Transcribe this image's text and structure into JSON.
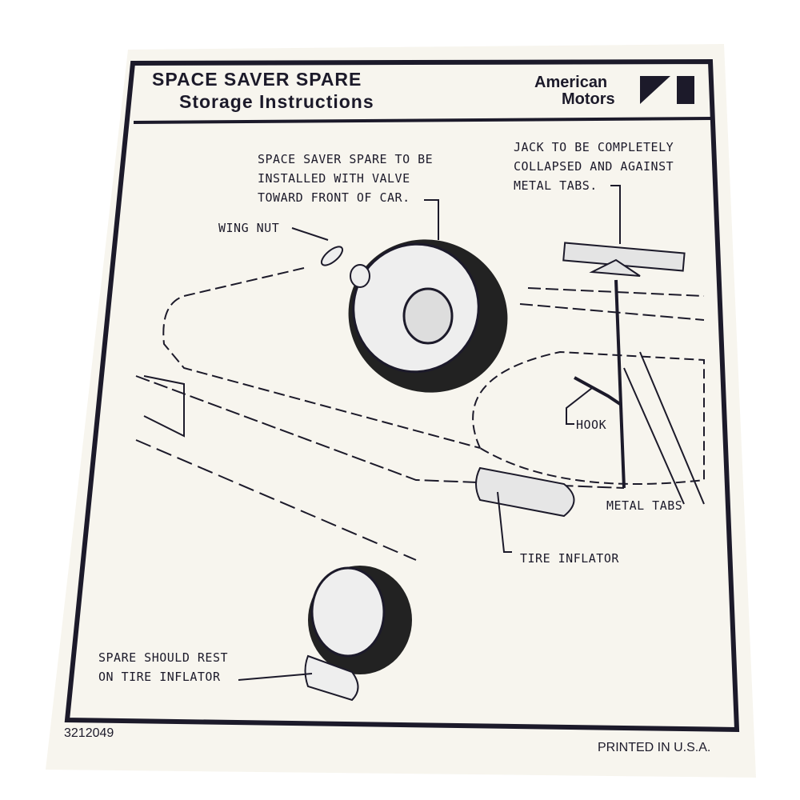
{
  "header": {
    "title_line1": "SPACE SAVER SPARE",
    "title_line2": "Storage Instructions",
    "brand_line1": "American",
    "brand_line2": "Motors"
  },
  "callouts": {
    "spare_orientation": [
      "SPACE SAVER SPARE TO BE",
      "INSTALLED WITH VALVE",
      "TOWARD FRONT OF CAR."
    ],
    "jack": [
      "JACK TO BE COMPLETELY",
      "COLLAPSED AND AGAINST",
      "METAL TABS."
    ],
    "wing_nut": "WING NUT",
    "hook": "HOOK",
    "metal_tabs": "METAL TABS",
    "tire_inflator": "TIRE INFLATOR",
    "spare_rest": [
      "SPARE SHOULD REST",
      "ON TIRE INFLATOR"
    ]
  },
  "footer": {
    "part_number": "3212049",
    "printed": "PRINTED IN U.S.A."
  },
  "colors": {
    "ink": "#1c1a2a",
    "paper": "#f7f5ee"
  }
}
